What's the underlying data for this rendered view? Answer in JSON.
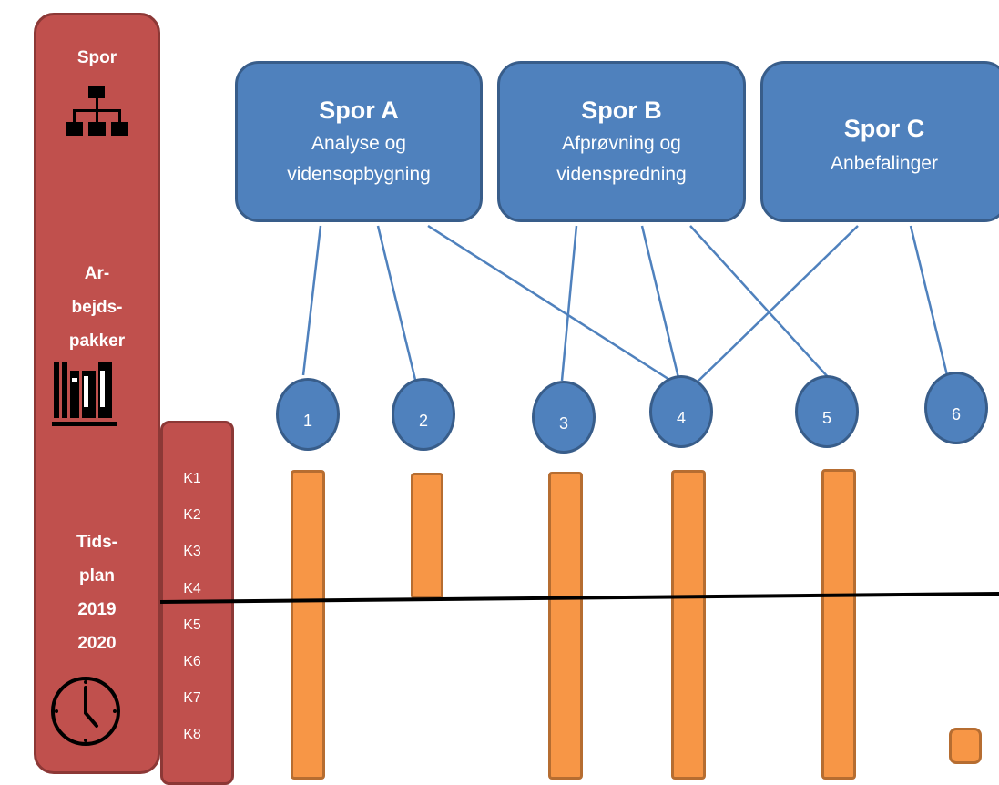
{
  "sidebar": {
    "spor_label": "Spor",
    "arbejdspakker_label": "Ar-\nbejds-\npakker",
    "tidsplan_label": "Tids-\nplan\n2019\n2020"
  },
  "kvartaler": [
    "K1",
    "K2",
    "K3",
    "K4",
    "K5",
    "K6",
    "K7",
    "K8"
  ],
  "spor": [
    {
      "title": "Spor A",
      "subtitle": "Analyse og\nvidensopbygning"
    },
    {
      "title": "Spor B",
      "subtitle": "Afprøvning og\nvidenspredning"
    },
    {
      "title": "Spor C",
      "subtitle": "Anbefalinger"
    }
  ],
  "arbejdspakker": [
    "1",
    "2",
    "3",
    "4",
    "5",
    "6"
  ],
  "colors": {
    "sidebar": "#c0504d",
    "spor_box": "#4f81bd",
    "bar": "#f79646",
    "connector": "#4f81bd"
  },
  "icons": [
    "hierarchy-icon",
    "books-icon",
    "clock-icon"
  ]
}
